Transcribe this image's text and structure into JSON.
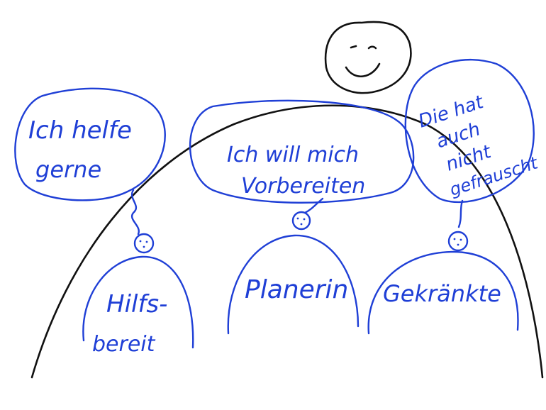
{
  "colors": {
    "ink_black": "#111111",
    "ink_blue": "#1f3fd6",
    "paper": "#ffffff"
  },
  "figure_head": {
    "icon": "smiley-face"
  },
  "parts": [
    {
      "name": "Hilfs-\nbereit",
      "name_line1": "Hilfs-",
      "name_line2": "bereit",
      "speech": "Ich helfe gerne",
      "speech_line1": "Ich helfe",
      "speech_line2": "gerne"
    },
    {
      "name": "Planerin",
      "speech": "Ich will mich Vorbereiten",
      "speech_line1": "Ich will mich",
      "speech_line2": "Vorbereiten"
    },
    {
      "name": "Gekränkte",
      "speech": "Die hat auch nicht gefrauscht",
      "speech_line1": "Die hat",
      "speech_line2": "auch",
      "speech_line3": "nicht",
      "speech_line4": "gefrauscht"
    }
  ]
}
